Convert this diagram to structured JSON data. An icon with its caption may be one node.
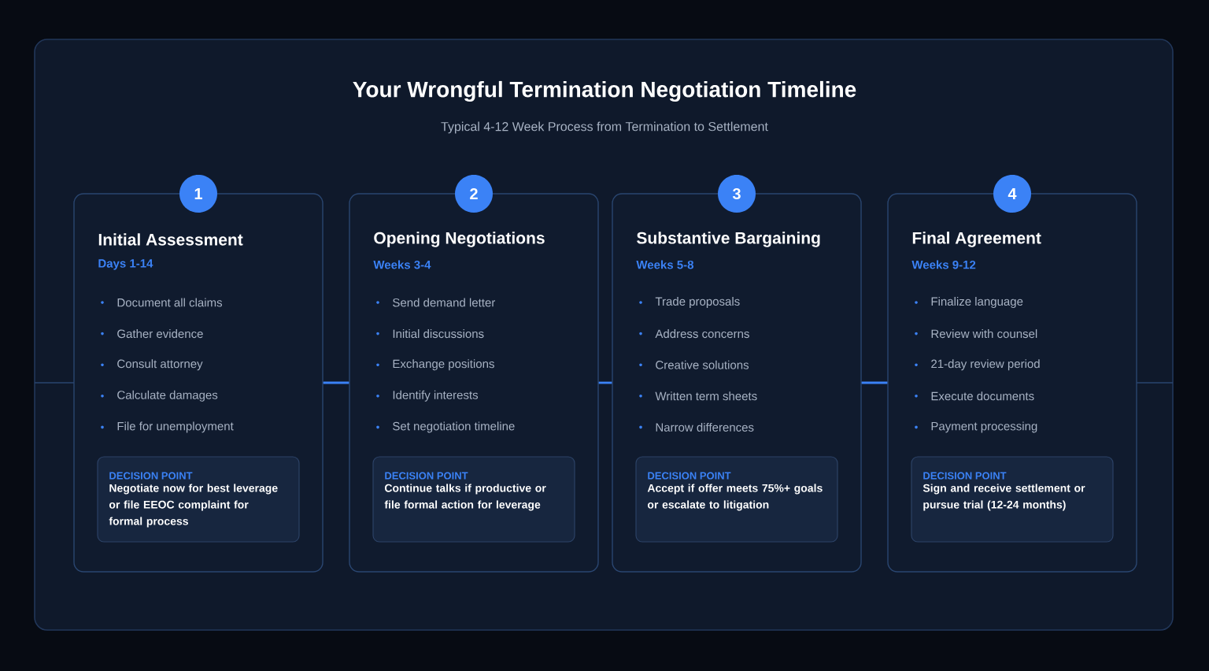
{
  "diagram": {
    "title": "Your Wrongful Termination Negotiation Timeline",
    "caption": "Typical 4-12 Week Process from Termination to Settlement",
    "nodes": [
      {
        "text": [
          "1"
        ]
      },
      {
        "text": [
          "Initial Assessment",
          "Days 1-14",
          "Document all claims",
          "Gather evidence",
          "Consult attorney",
          "Calculate damages",
          "File for unemployment"
        ]
      },
      {
        "text": [
          "DECISION POINT",
          "Negotiate now for best leverage or file EEOC complaint for formal process"
        ],
        "in": 1
      },
      {
        "text": [
          "2"
        ]
      },
      {
        "text": [
          "Opening Negotiations",
          "Weeks 3-4",
          "Send demand letter",
          "Initial discussions",
          "Exchange positions",
          "Identify interests",
          "Set negotiation timeline"
        ]
      },
      {
        "text": [
          "DECISION POINT",
          "Continue talks if productive or file formal action for leverage"
        ],
        "in": 4
      },
      {
        "text": [
          "3"
        ]
      },
      {
        "text": [
          "Substantive Bargaining",
          "Weeks 5-8",
          "Trade proposals",
          "Address concerns",
          "Creative solutions",
          "Written term sheets",
          "Narrow differences"
        ]
      },
      {
        "text": [
          "DECISION POINT",
          "Accept if offer meets 75%+ goals or escalate to litigation"
        ],
        "in": 7
      },
      {
        "text": [
          "4"
        ]
      },
      {
        "text": [
          "Final Agreement",
          "Weeks 9-12",
          "Finalize language",
          "Review with counsel",
          "21-day review period",
          "Execute documents",
          "Payment processing"
        ]
      },
      {
        "text": [
          "DECISION POINT",
          "Sign and receive settlement or pursue trial (12-24 months)"
        ],
        "in": 10
      }
    ],
    "edges": [
      {
        "from": 1,
        "to": 4,
        "arrow": "none"
      },
      {
        "from": 4,
        "to": 7,
        "arrow": "none"
      },
      {
        "from": 7,
        "to": 10,
        "arrow": "none"
      }
    ]
  }
}
